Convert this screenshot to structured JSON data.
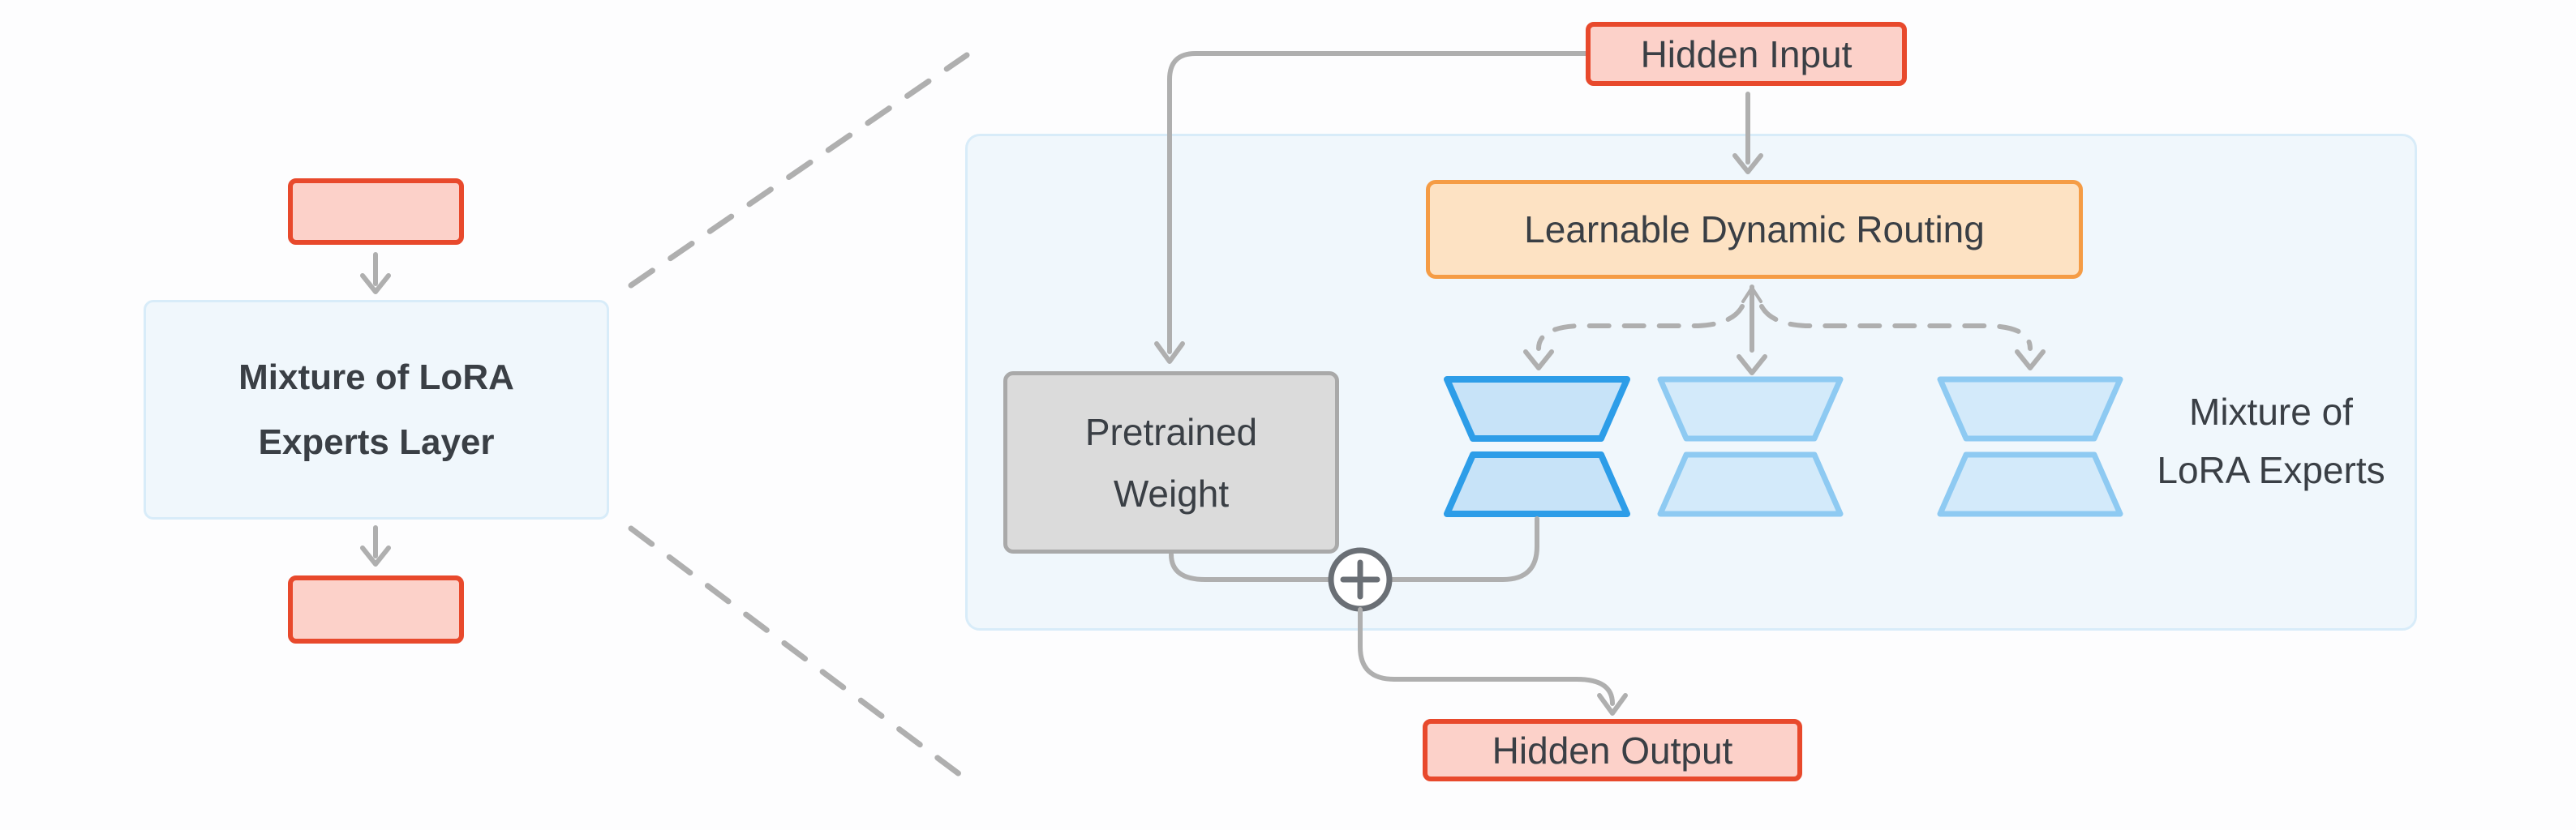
{
  "mini_diagram": {
    "label_line1": "Mixture of LoRA",
    "label_line2": "Experts Layer"
  },
  "panel": {
    "hidden_input_label": "Hidden Input",
    "routing_label": "Learnable Dynamic Routing",
    "pretrained_line1": "Pretrained",
    "pretrained_line2": "Weight",
    "experts_line1": "Mixture of",
    "experts_line2": "LoRA Experts",
    "hidden_output_label": "Hidden Output"
  },
  "icons": {
    "sum_junction": "plus-in-circle-merge-icon",
    "arrows": "chevron-arrowheads",
    "experts": "trapezoid-lora-down-up-projection-pairs"
  },
  "colors": {
    "red_border": "#E8492C",
    "red_fill": "#FCD1C9",
    "orange_border": "#F59C45",
    "orange_fill": "#FDE2C3",
    "panel_border": "#D8ECF9",
    "panel_fill": "#F0F7FC",
    "expert_active_border": "#2D9DE8",
    "expert_active_fill": "#C7E3F8",
    "expert_border": "#8ECAF2",
    "expert_fill": "#D3EAFA",
    "gray_box_border": "#A9A9A9",
    "gray_box_fill": "#DBDBDB",
    "connector": "#AFAFAF",
    "sum_icon": "#6A6F75",
    "text": "#3A3F45",
    "bg": "#FDFDFE"
  }
}
